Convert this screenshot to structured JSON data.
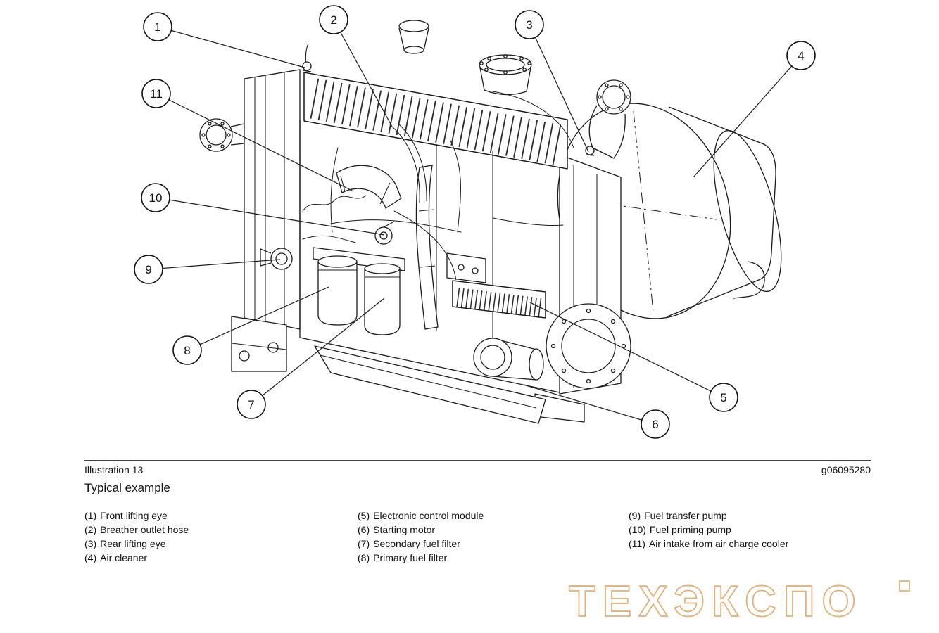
{
  "figure": {
    "illustration_label": "Illustration 13",
    "figure_code": "g06095280",
    "caption": "Typical example"
  },
  "callouts": [
    "1",
    "2",
    "3",
    "4",
    "5",
    "6",
    "7",
    "8",
    "9",
    "10",
    "11"
  ],
  "parts": [
    {
      "num": 1,
      "name": "Front lifting eye"
    },
    {
      "num": 2,
      "name": "Breather outlet hose"
    },
    {
      "num": 3,
      "name": "Rear lifting eye"
    },
    {
      "num": 4,
      "name": "Air cleaner"
    },
    {
      "num": 5,
      "name": "Electronic control module"
    },
    {
      "num": 6,
      "name": "Starting motor"
    },
    {
      "num": 7,
      "name": "Secondary fuel filter"
    },
    {
      "num": 8,
      "name": "Primary fuel filter"
    },
    {
      "num": 9,
      "name": "Fuel transfer pump"
    },
    {
      "num": 10,
      "name": "Fuel priming pump"
    },
    {
      "num": 11,
      "name": "Air intake from air charge cooler"
    }
  ],
  "legend": {
    "col1": [
      {
        "id": "(1)",
        "name": "Front lifting eye"
      },
      {
        "id": "(2)",
        "name": "Breather outlet hose"
      },
      {
        "id": "(3)",
        "name": "Rear lifting eye"
      },
      {
        "id": "(4)",
        "name": "Air cleaner"
      }
    ],
    "col2": [
      {
        "id": "(5)",
        "name": "Electronic control module"
      },
      {
        "id": "(6)",
        "name": "Starting motor"
      },
      {
        "id": "(7)",
        "name": "Secondary fuel filter"
      },
      {
        "id": "(8)",
        "name": "Primary fuel filter"
      }
    ],
    "col3": [
      {
        "id": "(9)",
        "name": "Fuel transfer pump"
      },
      {
        "id": "(10)",
        "name": "Fuel priming pump"
      },
      {
        "id": "(11)",
        "name": "Air intake from air charge cooler"
      }
    ]
  },
  "watermark": {
    "text": "ТЕХЭКСПО",
    "color": "#e2b27c"
  }
}
